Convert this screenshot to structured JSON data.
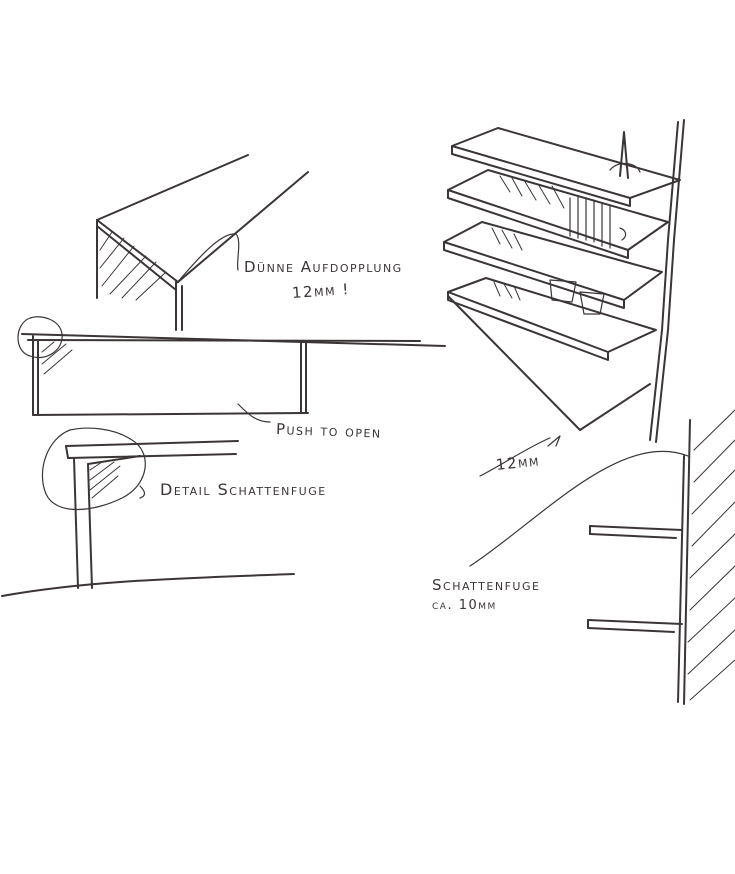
{
  "annotations": {
    "thin_cladding": "Dünne Aufdopplung",
    "thin_cladding_size": "12mm !",
    "push_to_open": "Push to open",
    "detail_shadow_gap": "Detail Schattenfuge",
    "shelf_thickness": "12mm",
    "shadow_gap": "Schattenfuge",
    "shadow_gap_size": "ca. 10mm"
  },
  "colors": {
    "ink": "#3b3535",
    "paper": "#ffffff"
  }
}
